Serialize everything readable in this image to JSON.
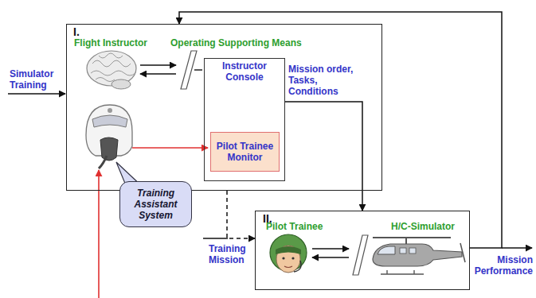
{
  "diagram": {
    "nodes": [
      {
        "text": [
          "I.",
          "Flight Instructor",
          "Operating Supporting Means"
        ]
      },
      {
        "text": [
          "Instructor Console"
        ],
        "in": 0
      },
      {
        "text": [
          "Pilot Trainee Monitor"
        ],
        "in": 1
      },
      {
        "text": [
          "Training Assistant System"
        ]
      },
      {
        "text": [
          "II.",
          "Pilot Trainee",
          "H/C-Simulator"
        ]
      }
    ],
    "edges": [
      {
        "from": 1,
        "to": 4,
        "arrow": "to",
        "label": "Mission order, Tasks, Conditions"
      },
      {
        "from": 4,
        "to": 0,
        "arrow": "to"
      },
      {
        "from": 0,
        "to": 4,
        "arrow": "to"
      }
    ],
    "labels": [
      "Simulator Training",
      "Training Mission",
      "Mission Performance"
    ]
  }
}
